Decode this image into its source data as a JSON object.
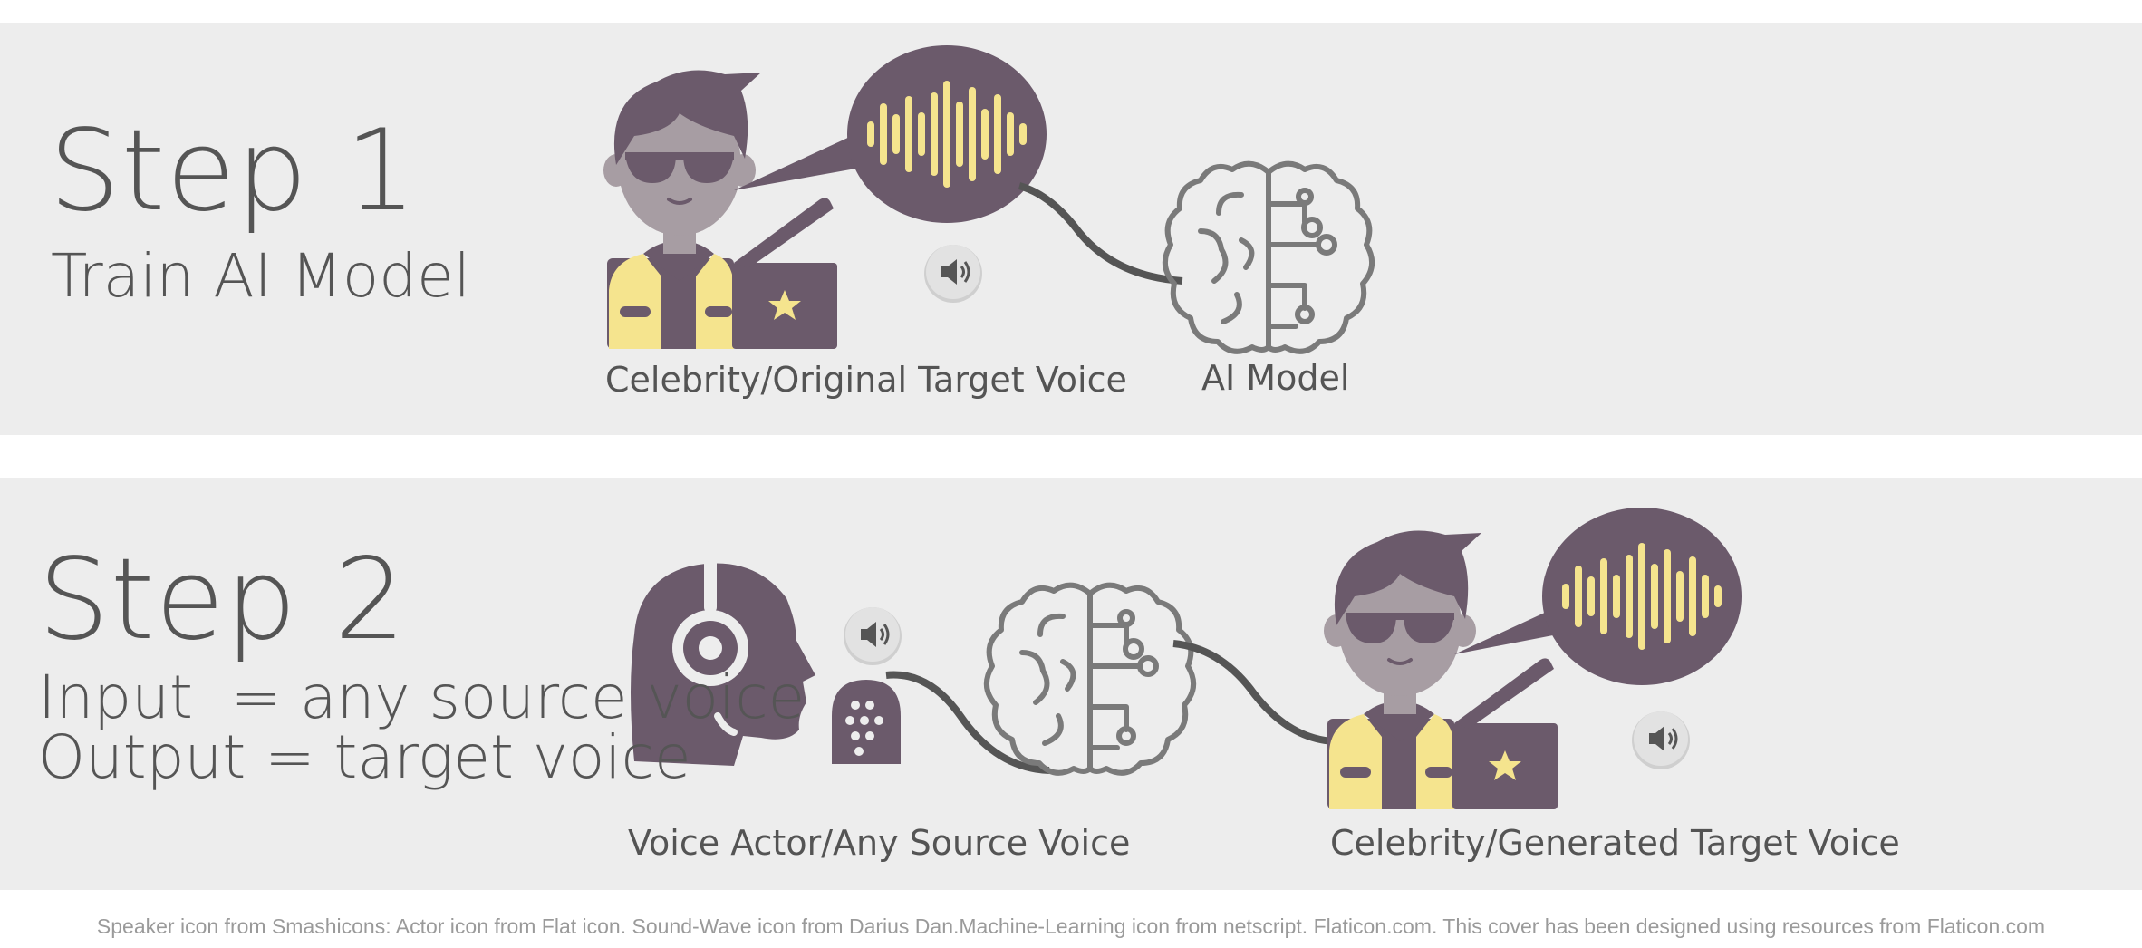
{
  "colors": {
    "panel_bg": "#ededed",
    "purple": "#6b5a6b",
    "yellow": "#f5e48e",
    "skin": "#a79da3",
    "brain": "#7a7a7a",
    "button": "#d8d8d8",
    "text": "#555555"
  },
  "step1": {
    "title": "Step 1",
    "subtitle": "Train AI Model",
    "caption_speaker": "Celebrity/Original Target Voice",
    "caption_model": "AI Model"
  },
  "step2": {
    "title": "Step 2",
    "line_input": "Input  = any source voice",
    "line_output": "Output = target voice",
    "caption_source": "Voice Actor/Any Source Voice",
    "caption_target": "Celebrity/Generated Target Voice"
  },
  "icons": [
    "actor-icon",
    "sound-wave-icon",
    "speaker-icon",
    "brain-icon",
    "headphones-head-icon",
    "microphone-icon"
  ],
  "footer": "Speaker icon from Smashicons: Actor icon from Flat icon.  Sound-Wave icon from Darius Dan.Machine-Learning icon from netscript. Flaticon.com. This cover has been designed using resources from Flaticon.com"
}
